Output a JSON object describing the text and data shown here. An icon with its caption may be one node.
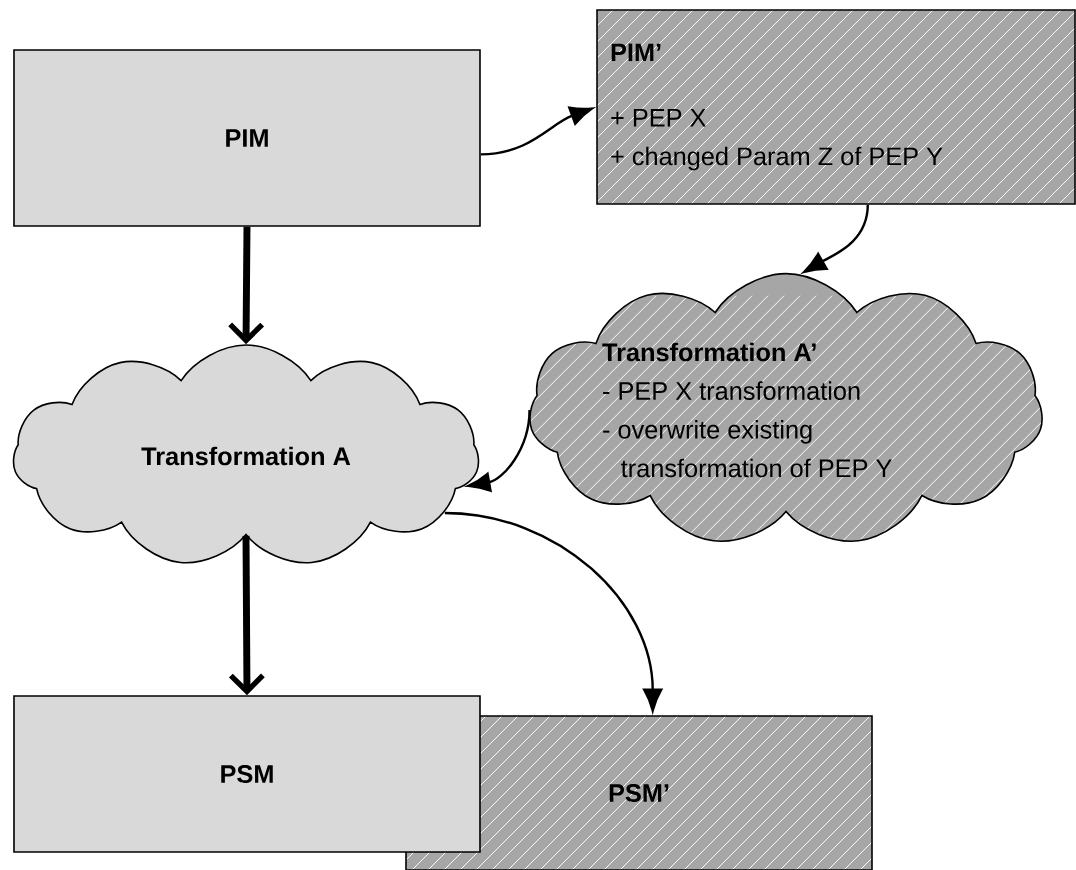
{
  "diagram": {
    "nodes": [
      {
        "text": [
          "PIM"
        ]
      },
      {
        "text": [
          "PIM’",
          "+ PEP X",
          "+ changed Param Z of PEP Y"
        ]
      },
      {
        "text": [
          "Transformation A’",
          "- PEP X transformation",
          "- overwrite existing transformation of PEP Y"
        ]
      },
      {
        "text": [
          "Transformation A"
        ]
      },
      {
        "text": [
          "PSM"
        ]
      },
      {
        "text": [
          "PSM’"
        ]
      }
    ],
    "edges": [
      {
        "from": 0,
        "to": 1,
        "arrow": "to"
      },
      {
        "from": 1,
        "to": 2,
        "arrow": "to"
      },
      {
        "from": 2,
        "to": 3,
        "arrow": "to"
      },
      {
        "from": 0,
        "to": 3,
        "arrow": "to",
        "style": "thick"
      },
      {
        "from": 3,
        "to": 4,
        "arrow": "to",
        "style": "thick"
      },
      {
        "from": 3,
        "to": 5,
        "arrow": "to"
      }
    ]
  }
}
